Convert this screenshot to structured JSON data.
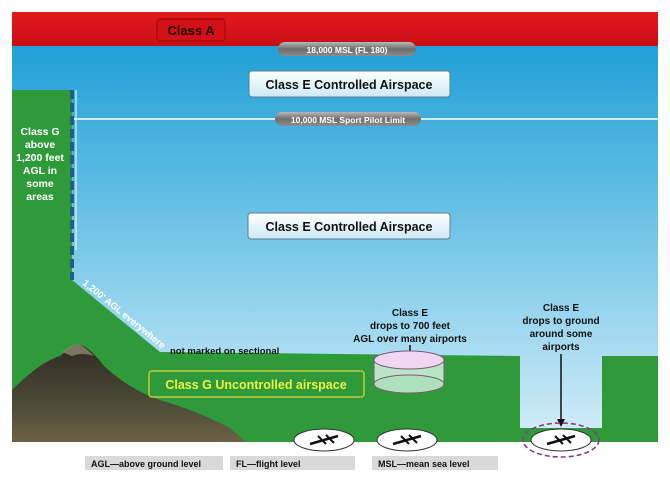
{
  "class_a": "Class A",
  "msl_18000": "18,000 MSL (FL 180)",
  "msl_10000": "10,000 MSL Sport Pilot Limit",
  "class_e_upper": "Class E Controlled Airspace",
  "class_e_middle": "Class E Controlled Airspace",
  "class_g_left": [
    "Class G",
    "above",
    "1,200 feet",
    "AGL in",
    "some",
    "areas"
  ],
  "slope_label": "1,200' AGL everywhere",
  "not_marked": "not marked on sectional",
  "class_e_700": [
    "Class E",
    "drops to 700 feet",
    "AGL over many airports"
  ],
  "class_e_ground": [
    "Class E",
    "drops to ground",
    "around some",
    "airports"
  ],
  "class_g_uncontrolled": "Class G Uncontrolled airspace",
  "legend": {
    "agl": "AGL—above ground level",
    "fl": "FL—flight level",
    "msl": "MSL—mean sea level"
  },
  "colors": {
    "class_a": "#d8141a",
    "sky_top": "#1e9ed6",
    "sky_bottom": "#cdeaf6",
    "class_g": "#2f9a3a",
    "mountain": "#4a4535",
    "ring": "#8a3a8a"
  }
}
